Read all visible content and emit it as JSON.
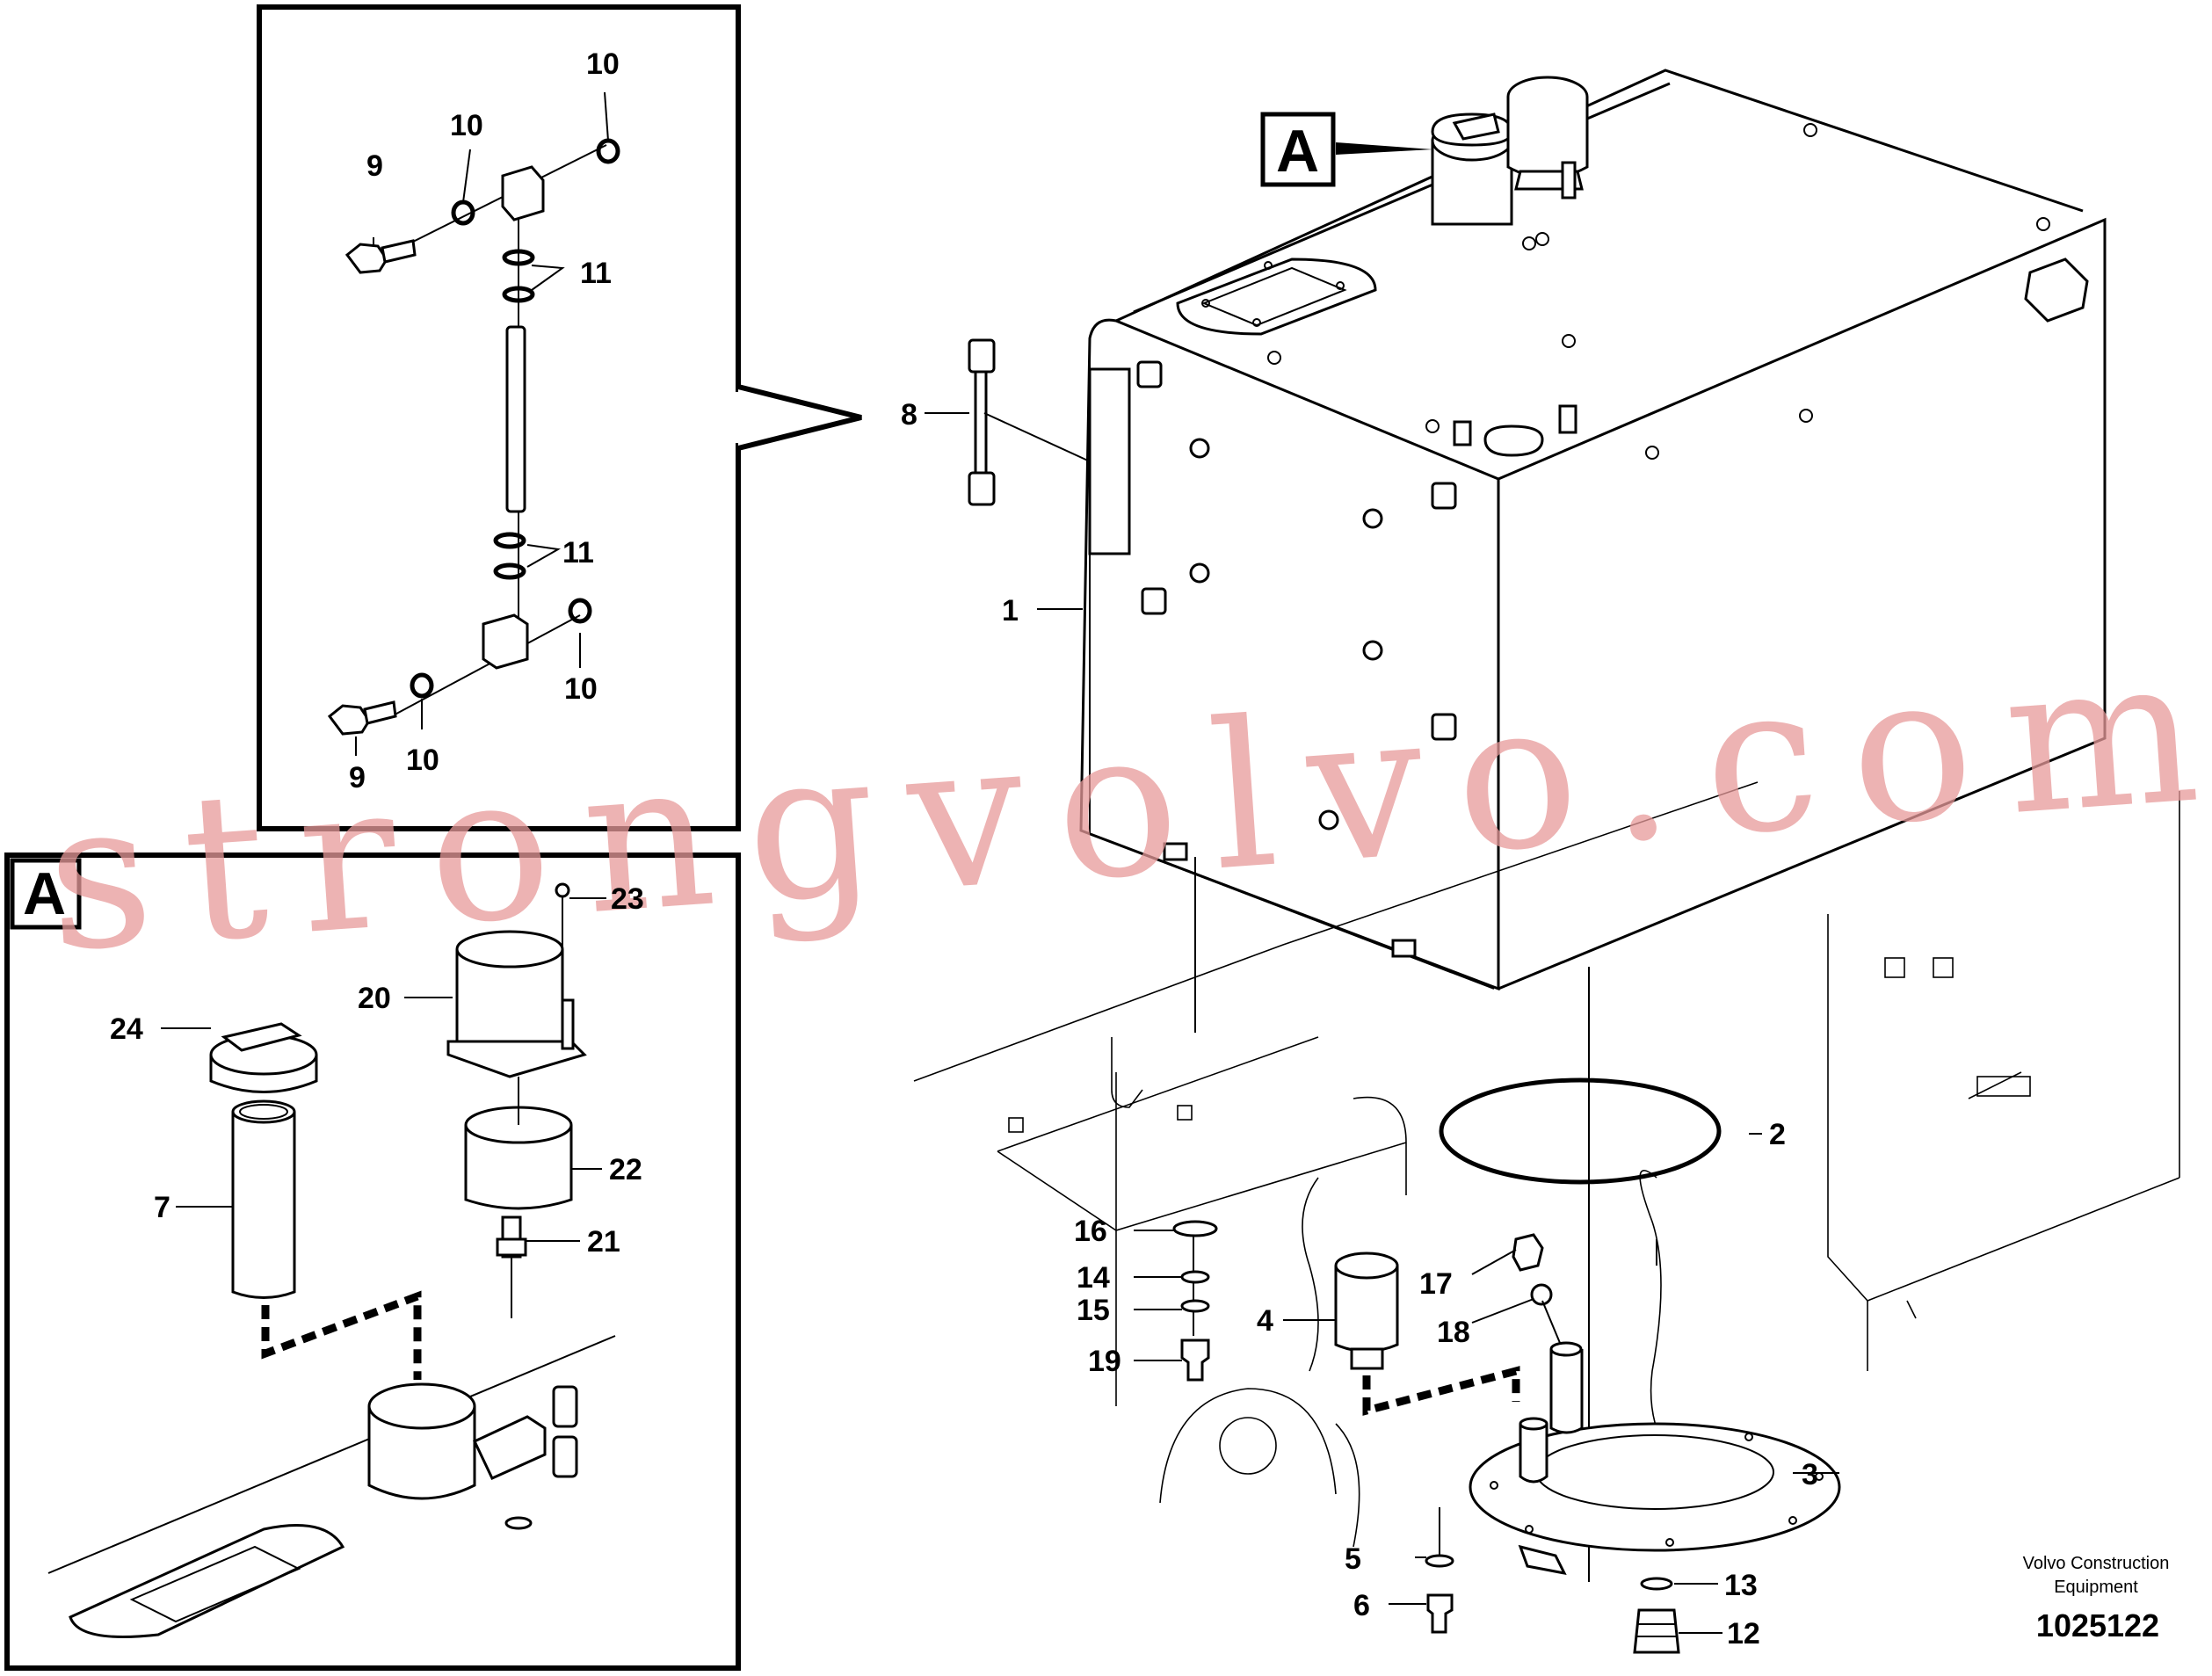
{
  "callouts": {
    "c1": "1",
    "c2": "2",
    "c3": "3",
    "c4": "4",
    "c5": "5",
    "c6": "6",
    "c7": "7",
    "c8": "8",
    "c12": "12",
    "c13": "13",
    "c14": "14",
    "c15": "15",
    "c16": "16",
    "c17": "17",
    "c18": "18",
    "c19": "19",
    "c20": "20",
    "c21": "21",
    "c22": "22",
    "c23": "23",
    "c24": "24",
    "c9a": "9",
    "c9b": "9",
    "c10a": "10",
    "c10b": "10",
    "c10c": "10",
    "c10d": "10",
    "c11a": "11",
    "c11b": "11"
  },
  "detail_view_label": "A",
  "detail_reference_label": "A",
  "manufacturer": {
    "line1": "Volvo Construction",
    "line2": "Equipment"
  },
  "document_number": "1025122",
  "watermark": "strongvolvo.com"
}
